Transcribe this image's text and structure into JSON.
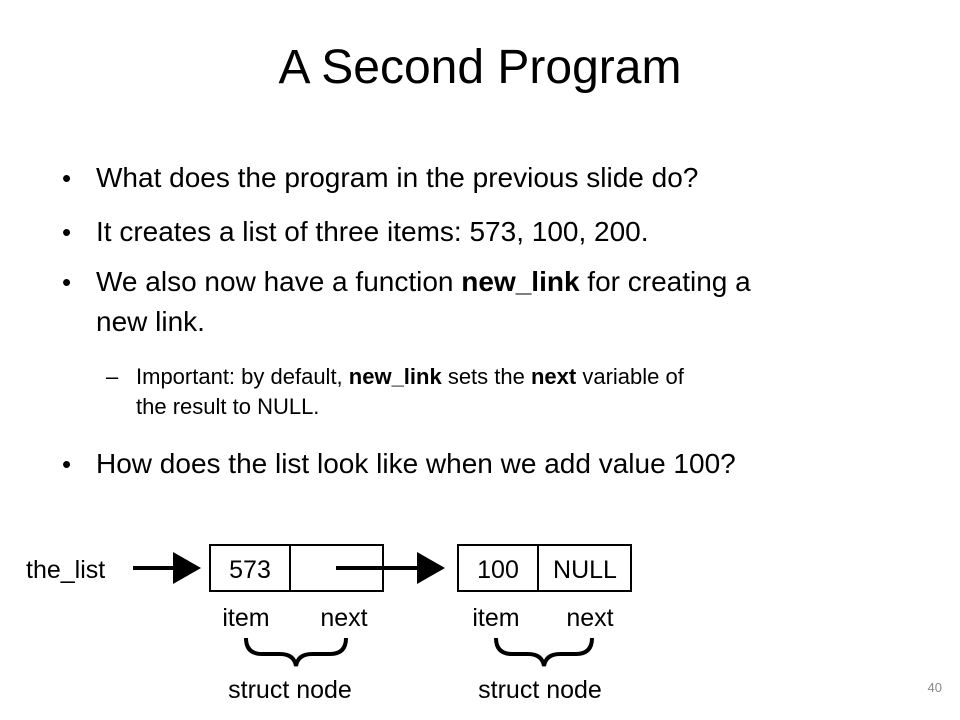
{
  "slide": {
    "title": "A Second Program",
    "bullets": [
      {
        "text": "What does the program in the previous slide do?"
      },
      {
        "text": "It creates a list of three items: 573, 100, 200."
      },
      {
        "pre": "We also now have a function ",
        "bold": "new_link",
        "post": " for creating a",
        "line2": "new link."
      },
      {
        "text": "How does the list look like when we add value 100?"
      }
    ],
    "sub": {
      "pre": "Important: by default, ",
      "bold1": "new_link",
      "mid": " sets the ",
      "bold2": "next",
      "post": " variable of",
      "line2": "the result to NULL."
    },
    "bullet_char": "•",
    "dash_char": "–",
    "page_number": "40"
  },
  "diagram": {
    "head_label": "the_list",
    "nodes": [
      {
        "item": "573",
        "next": ""
      },
      {
        "item": "100",
        "next": "NULL"
      }
    ],
    "field_labels": {
      "item": "item",
      "next": "next"
    },
    "brace_label": "struct node"
  }
}
